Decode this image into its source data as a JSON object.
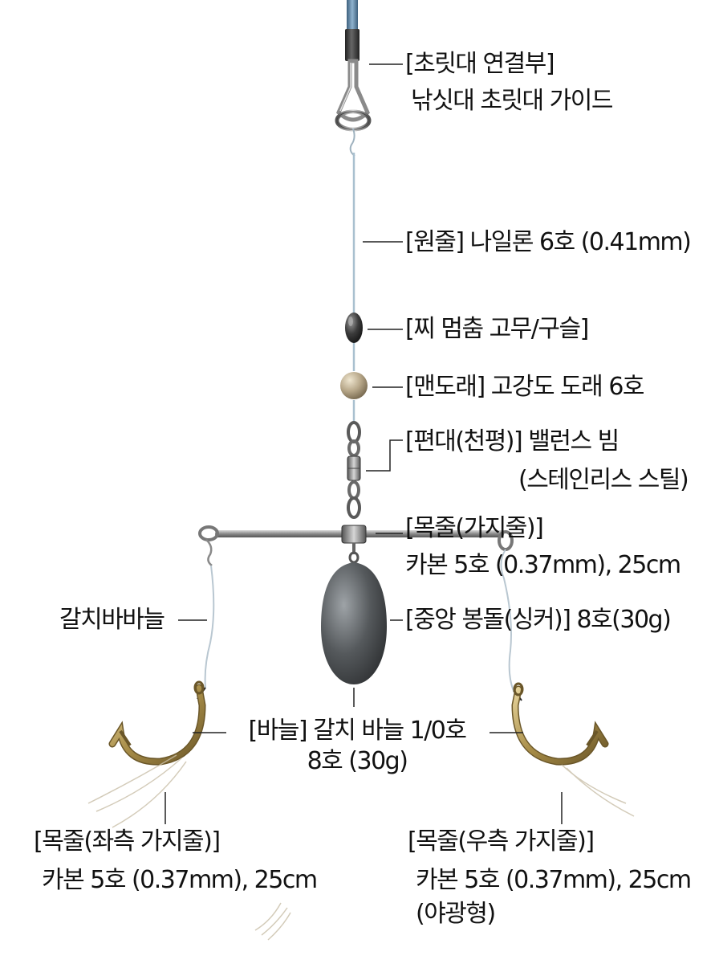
{
  "labels": {
    "rod_tip": {
      "bracket": "[초릿대 연결부]",
      "desc": "낚싯대 초릿대 가이드"
    },
    "main_line": {
      "text": "[원줄] 나일론 6호 (0.41mm)"
    },
    "float_stop": {
      "text": "[찌 멈춤 고무/구슬]"
    },
    "bead": {
      "text": "[맨도래] 고강도 도래 6호"
    },
    "balance_beam": {
      "line1": "[편대(천평)] 밸런스 빔",
      "line2": "(스테인리스 스틸)"
    },
    "branch_top": {
      "line1": "[목줄(가지줄)]",
      "line2": "카본 5호 (0.37mm), 25cm"
    },
    "hook_name": {
      "text": "갈치바바늘"
    },
    "sinker": {
      "text": "[중앙 봉돌(싱커)] 8호(30g)"
    },
    "hook": {
      "line1": "[바늘] 갈치 바늘 1/0호",
      "line2": "8호 (30g)"
    },
    "branch_left": {
      "line1": "[목줄(좌측 가지줄)]",
      "line2": "카본 5호 (0.37mm), 25cm"
    },
    "branch_right": {
      "line1": "[목줄(우측 가지줄)]",
      "line2": "카본 5호 (0.37mm), 25cm",
      "line3": "(야광형)"
    }
  },
  "colors": {
    "rod": "#5b86a8",
    "line": "#a9c0cf",
    "metal": "#8a8a8a",
    "brass": "#b89c5a",
    "lead": "#4c4f52",
    "bead": "#b8a88a",
    "leader": "#222222"
  }
}
